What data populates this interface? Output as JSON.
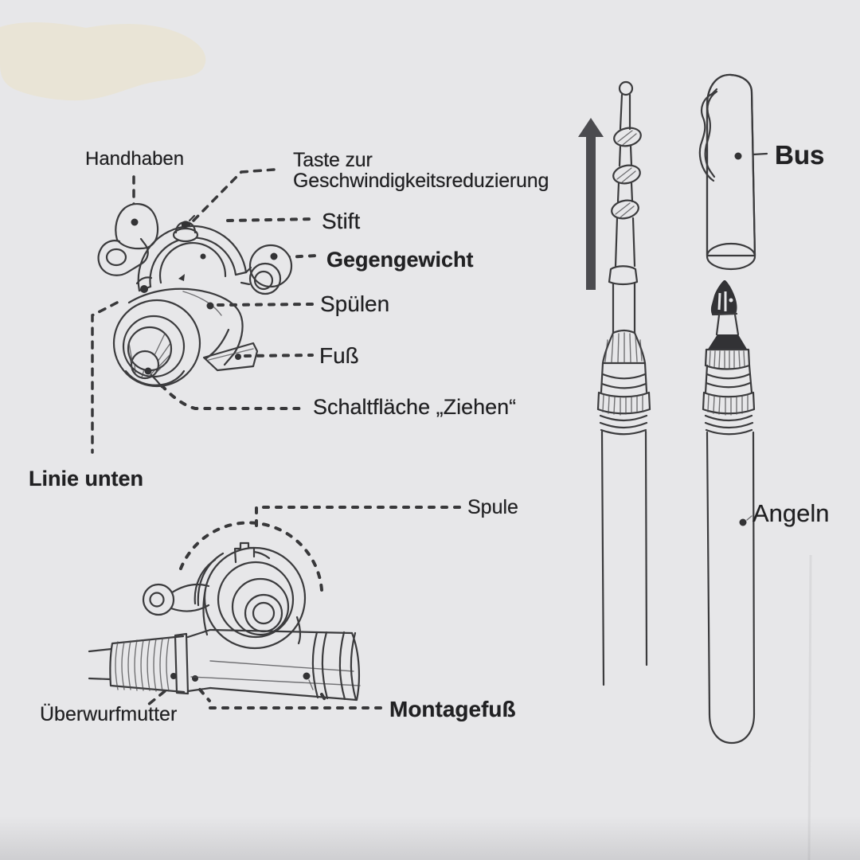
{
  "colors": {
    "background": "#e7e7e9",
    "watermark_blob": "#e9e4d6",
    "ink": "#3b3b3d",
    "arrow": "#4b4b4f",
    "text": "#212123"
  },
  "reel_front": {
    "labels": {
      "handle": "Handhaben",
      "speed_button_line1": "Taste zur",
      "speed_button_line2": "Geschwindigkeitsreduzierung",
      "pin": "Stift",
      "counterweight": "Gegengewicht",
      "spool_rinse": "Spülen",
      "foot": "Fuß",
      "pull_button": "Schaltfläche „Ziehen“",
      "line_below": "Linie unten"
    }
  },
  "reel_side": {
    "labels": {
      "spool": "Spule",
      "coupling_nut": "Überwurfmutter",
      "mounting_foot": "Montagefuß"
    }
  },
  "pen_rod": {
    "labels": {
      "cap": "Bus",
      "rod": "Angeln"
    }
  }
}
